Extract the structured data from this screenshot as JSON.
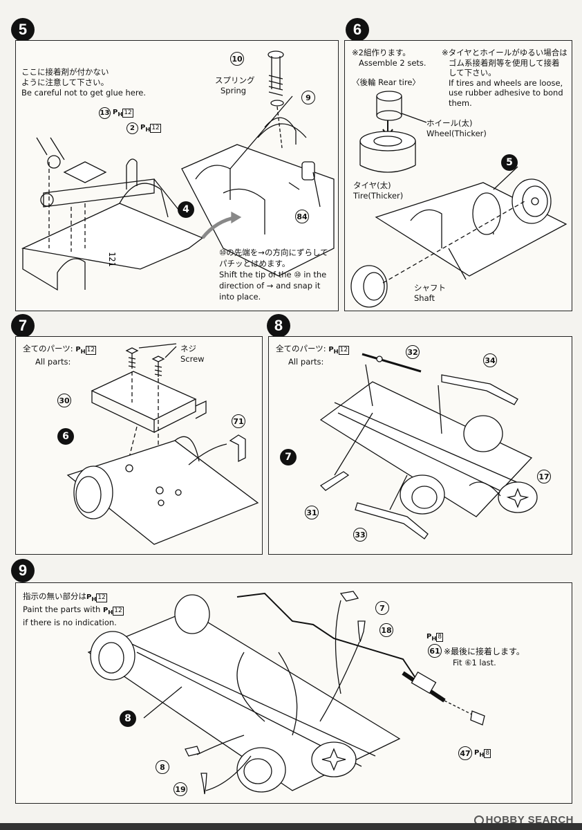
{
  "steps": {
    "s5": {
      "number": "5",
      "note_jp": [
        "ここに接着剤が付かない",
        "ように注意して下さい。"
      ],
      "note_en": "Be careful not to get glue here.",
      "spring_jp": "スプリング",
      "spring_en": "Spring",
      "instruction_jp": "⑩の先端を→の方向にずらして",
      "instruction_jp2": "パチッとはめます。",
      "instruction_en": [
        "Shift the tip of the ⑩ in the",
        "direction of → and snap it",
        "into place."
      ],
      "parts": [
        "10",
        "9",
        "84",
        "13",
        "2",
        "4"
      ],
      "paint": "12",
      "stamp": "121"
    },
    "s6": {
      "number": "6",
      "sets_jp": "※2組作ります。",
      "sets_en": "Assemble 2 sets.",
      "loose_jp": [
        "※タイヤとホイールがゆるい場合は",
        "ゴム系接着剤等を使用して接着",
        "して下さい。"
      ],
      "loose_en": [
        "If tires and wheels are loose,",
        "use rubber adhesive to bond",
        "them."
      ],
      "rear_tire": "〈後輪 Rear tire〉",
      "wheel_jp": "ホイール(太)",
      "wheel_en": "Wheel(Thicker)",
      "tire_jp": "タイヤ(太)",
      "tire_en": "Tire(Thicker)",
      "shaft_jp": "シャフト",
      "shaft_en": "Shaft",
      "ref": "5"
    },
    "s7": {
      "number": "7",
      "all_parts_jp": "全てのパーツ:",
      "all_parts_en": "All parts:",
      "paint": "12",
      "screw_jp": "ネジ",
      "screw_en": "Screw",
      "parts": [
        "30",
        "71"
      ],
      "ref": "6"
    },
    "s8": {
      "number": "8",
      "all_parts_jp": "全てのパーツ:",
      "all_parts_en": "All parts:",
      "paint": "12",
      "parts": [
        "32",
        "34",
        "31",
        "33",
        "17"
      ],
      "ref": "7"
    },
    "s9": {
      "number": "9",
      "paint_note_jp": "指示の無い部分は",
      "paint_note_en": "Paint the parts with",
      "paint_note_en2": "if there is no indication.",
      "paint": "12",
      "last_jp": "※最後に接着します。",
      "last_en": "Fit ⑥1 last.",
      "parts": [
        "7",
        "18",
        "61",
        "47",
        "8",
        "19"
      ],
      "paint8": "8",
      "ref": "8"
    }
  },
  "watermark": "HOBBY SEARCH"
}
